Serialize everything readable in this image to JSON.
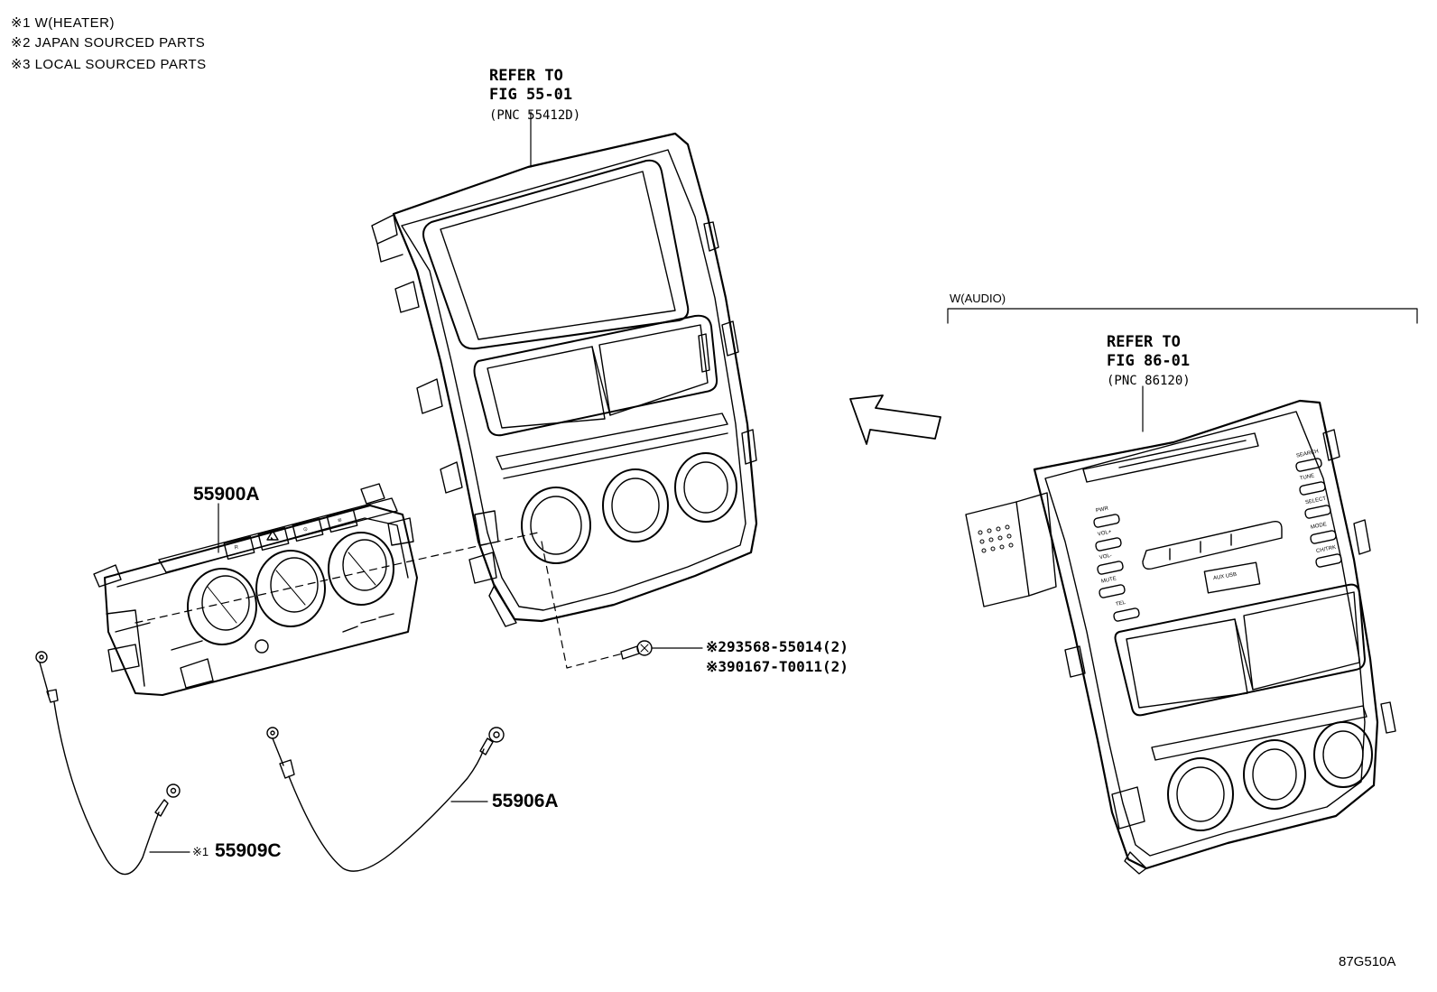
{
  "notes": [
    "※1 W(HEATER)",
    "※2 JAPAN SOURCED PARTS",
    "※3 LOCAL SOURCED PARTS"
  ],
  "refs": {
    "panel": {
      "line1": "REFER TO",
      "line2": "FIG 55-01",
      "pnc": "(PNC 55412D)"
    },
    "audio": {
      "line1": "REFER TO",
      "line2": "FIG 86-01",
      "pnc": "(PNC 86120)"
    }
  },
  "group_label": "W(AUDIO)",
  "parts": {
    "control": "55900A",
    "wire_a": "55906A",
    "wire_c_mark": "※1",
    "wire_c": "55909C",
    "screw_1": "※293568-55014(2)",
    "screw_2": "※390167-T0011(2)"
  },
  "control_buttons": [
    "R",
    "▲",
    "⊙",
    "≋"
  ],
  "audio_buttons_left": [
    "PWR",
    "VOL+",
    "VOL-",
    "MUTE",
    "TEL"
  ],
  "audio_buttons_right": [
    "SEARCH",
    "TUNE",
    "SELECT",
    "MODE",
    "CH/TRK"
  ],
  "audio_port_label": "AUX USB",
  "figure_code": "87G510A",
  "colors": {
    "line": "#000000",
    "background": "#ffffff"
  }
}
